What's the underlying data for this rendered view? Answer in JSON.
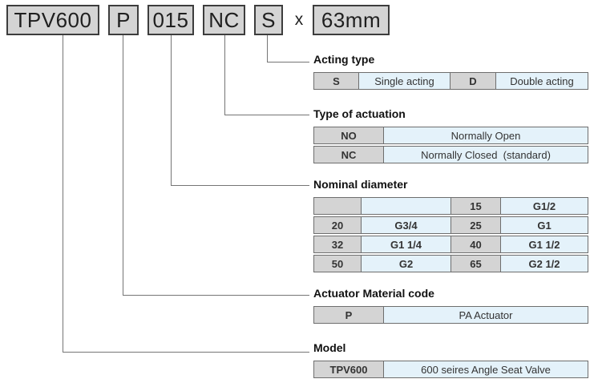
{
  "colors": {
    "box_fill": "#d4d4d4",
    "box_border": "#3d3d3d",
    "key_cell_bg": "#d4d4d4",
    "value_cell_bg": "#e4f2fa",
    "cell_border": "#6e6e6e",
    "connector_line": "#757575"
  },
  "code": {
    "segments": [
      {
        "id": "model",
        "text": "TPV600"
      },
      {
        "id": "material",
        "text": "P"
      },
      {
        "id": "diameter",
        "text": "015"
      },
      {
        "id": "actuation",
        "text": "NC"
      },
      {
        "id": "acting",
        "text": "S"
      }
    ],
    "separator": "x",
    "length": "63mm"
  },
  "sections": {
    "acting_type": {
      "title": "Acting type",
      "rows": [
        [
          "S",
          "Single acting",
          "D",
          "Double acting"
        ]
      ]
    },
    "type_of_actuation": {
      "title": "Type of actuation",
      "rows": [
        [
          "NO",
          "Normally Open"
        ],
        [
          "NC",
          "Normally Closed  (standard)"
        ]
      ]
    },
    "nominal_diameter": {
      "title": "Nominal diameter",
      "rows": [
        [
          "",
          "",
          "15",
          "G1/2"
        ],
        [
          "20",
          "G3/4",
          "25",
          "G1"
        ],
        [
          "32",
          "G1 1/4",
          "40",
          "G1 1/2"
        ],
        [
          "50",
          "G2",
          "65",
          "G2 1/2"
        ]
      ]
    },
    "actuator_material_code": {
      "title": "Actuator Material code",
      "rows": [
        [
          "P",
          "PA Actuator"
        ]
      ]
    },
    "model": {
      "title": "Model",
      "rows": [
        [
          "TPV600",
          "600 seires Angle Seat Valve"
        ]
      ]
    }
  }
}
